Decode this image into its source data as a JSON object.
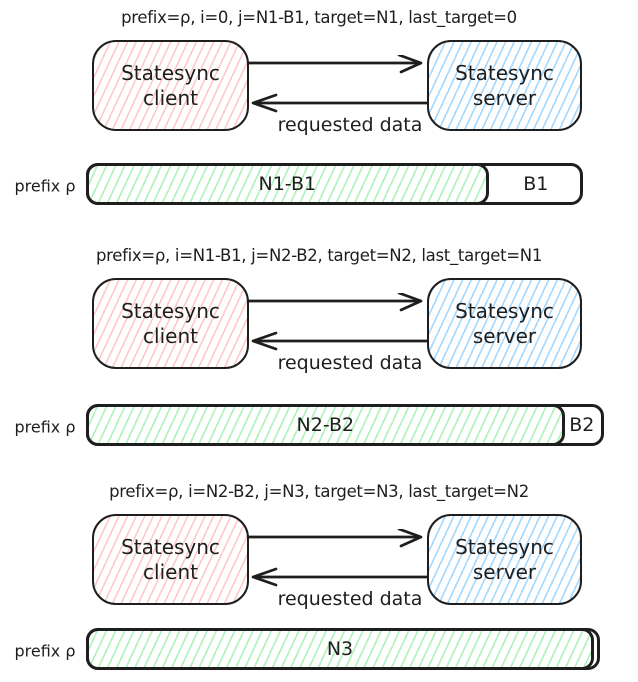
{
  "colors": {
    "stroke": "#1e1e1e",
    "client-hatch": "#ffc9c9",
    "server-hatch": "#a5d8ff",
    "bar-hatch": "#b2f2bb",
    "canvas-bg": "#ffffff"
  },
  "stages": [
    {
      "caption": "prefix=ρ, i=0, j=N1-B1, target=N1, last_target=0",
      "client_label": "Statesync client",
      "server_label": "Statesync server",
      "arrow_label": "requested data",
      "prefix_label": "prefix ρ",
      "fill_label": "N1-B1",
      "rest_label": "B1",
      "fill_percent": 82
    },
    {
      "caption": "prefix=ρ, i=N1-B1, j=N2-B2, target=N2, last_target=N1",
      "client_label": "Statesync client",
      "server_label": "Statesync server",
      "arrow_label": "requested data",
      "prefix_label": "prefix ρ",
      "fill_label": "N2-B2",
      "rest_label": "B2",
      "fill_percent": 93.5
    },
    {
      "caption": "prefix=ρ, i=N2-B2, j=N3, target=N3, last_target=N2",
      "client_label": "Statesync client",
      "server_label": "Statesync server",
      "arrow_label": "requested data",
      "prefix_label": "prefix ρ",
      "fill_label": "N3",
      "rest_label": "",
      "fill_percent": 100
    }
  ]
}
